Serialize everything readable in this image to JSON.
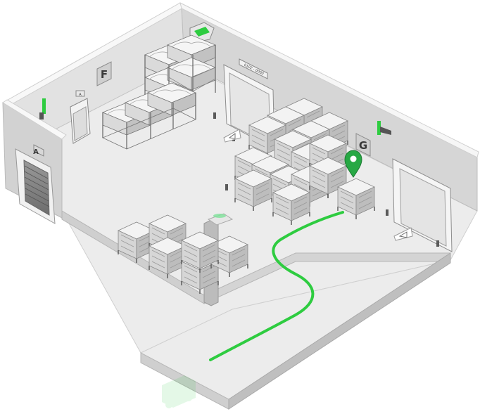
{
  "zones": {
    "dock_a": "A",
    "zone_f": "F",
    "zone_g": "G"
  },
  "door_labels": {
    "dock_a_small": "A",
    "gate_range": "0102 - 0000"
  },
  "colors": {
    "route": "#2ecc40",
    "marker": "#27a844",
    "accent_green": "#34c759",
    "floor": "#ececec",
    "wall_light": "#e3e3e3",
    "wall_dark": "#c9c9c9",
    "wall_top": "#f7f7f7"
  },
  "icons": {
    "location_marker": "map-pin-icon",
    "floor_arrow": "warning-triangle-icon"
  }
}
